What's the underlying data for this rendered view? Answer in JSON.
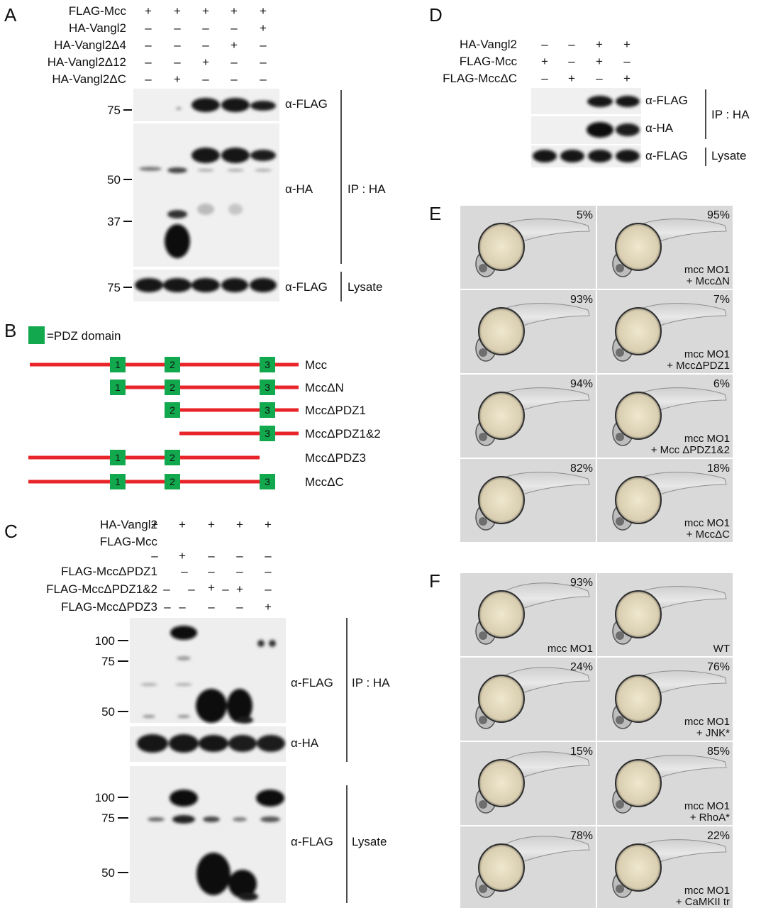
{
  "panel_letters": {
    "A": "A",
    "B": "B",
    "C": "C",
    "D": "D",
    "E": "E",
    "F": "F"
  },
  "panelA": {
    "rows": [
      {
        "label": "FLAG-Mcc",
        "signs": [
          "+",
          "+",
          "+",
          "+",
          "+"
        ]
      },
      {
        "label": "HA-Vangl2",
        "signs": [
          "–",
          "–",
          "–",
          "–",
          "+"
        ]
      },
      {
        "label": "HA-Vangl2Δ4",
        "signs": [
          "–",
          "–",
          "–",
          "+",
          "–"
        ]
      },
      {
        "label": "HA-Vangl2Δ12",
        "signs": [
          "–",
          "–",
          "+",
          "–",
          "–"
        ]
      },
      {
        "label": "HA-Vangl2ΔC",
        "signs": [
          "–",
          "+",
          "–",
          "–",
          "–"
        ]
      }
    ],
    "blots": [
      {
        "antibody": "α-FLAG"
      },
      {
        "antibody": "α-HA"
      },
      {
        "antibody": "α-FLAG"
      }
    ],
    "mw": [
      "75",
      "50",
      "37",
      "75"
    ],
    "groups": [
      "IP : HA",
      "Lysate"
    ]
  },
  "panelB": {
    "legend": "=PDZ domain",
    "constructs": [
      {
        "name": "Mcc",
        "domains": [
          "1",
          "2",
          "3"
        ]
      },
      {
        "name": "MccΔN",
        "domains": [
          "1",
          "2",
          "3"
        ]
      },
      {
        "name": "MccΔPDZ1",
        "domains": [
          "2",
          "3"
        ]
      },
      {
        "name": "MccΔPDZ1&2",
        "domains": [
          "3"
        ]
      },
      {
        "name": "MccΔPDZ3",
        "domains": [
          "1",
          "2"
        ]
      },
      {
        "name": "MccΔC",
        "domains": [
          "1",
          "2",
          "3"
        ]
      }
    ]
  },
  "panelC": {
    "rows": [
      {
        "label": "HA-Vangl2",
        "signs": [
          "+",
          "+",
          "+",
          "+",
          "+"
        ]
      },
      {
        "label": "FLAG-Mcc",
        "signs": [
          "–",
          "+",
          "–",
          "–",
          "–"
        ]
      },
      {
        "label": "FLAG-MccΔPDZ1",
        "signs": [
          "–",
          "–",
          "+",
          "–",
          "–"
        ]
      },
      {
        "label": "FLAG-MccΔPDZ1&2",
        "signs": [
          "–",
          "–",
          "–",
          "+",
          "–"
        ]
      },
      {
        "label": "FLAG-MccΔPDZ3",
        "signs": [
          "–",
          "–",
          "–",
          "–",
          "+"
        ]
      }
    ],
    "blots": [
      {
        "antibody": "α-FLAG"
      },
      {
        "antibody": "α-HA"
      },
      {
        "antibody": "α-FLAG"
      }
    ],
    "mw_top": [
      "100",
      "75",
      "50"
    ],
    "mw_bottom": [
      "100",
      "75",
      "50"
    ],
    "groups": [
      "IP : HA",
      "Lysate"
    ]
  },
  "panelD": {
    "rows": [
      {
        "label": "HA-Vangl2",
        "signs": [
          "–",
          "–",
          "+",
          "+"
        ]
      },
      {
        "label": "FLAG-Mcc",
        "signs": [
          "+",
          "–",
          "+",
          "–"
        ]
      },
      {
        "label": "FLAG-MccΔC",
        "signs": [
          "–",
          "+",
          "–",
          "+"
        ]
      }
    ],
    "blots": [
      {
        "antibody": "α-FLAG"
      },
      {
        "antibody": "α-HA"
      },
      {
        "antibody": "α-FLAG"
      }
    ],
    "groups": [
      "IP : HA",
      "Lysate"
    ]
  },
  "panelE": {
    "cells": [
      {
        "pct": "5%",
        "line1": "",
        "line2": ""
      },
      {
        "pct": "95%",
        "line1": "mcc MO1",
        "line2": "+ MccΔN"
      },
      {
        "pct": "93%",
        "line1": "",
        "line2": ""
      },
      {
        "pct": "7%",
        "line1": "mcc MO1",
        "line2": "+ MccΔPDZ1"
      },
      {
        "pct": "94%",
        "line1": "",
        "line2": ""
      },
      {
        "pct": "6%",
        "line1": "mcc MO1",
        "line2": "+ Mcc ΔPDZ1&2"
      },
      {
        "pct": "82%",
        "line1": "",
        "line2": ""
      },
      {
        "pct": "18%",
        "line1": "mcc MO1",
        "line2": "+ MccΔC"
      }
    ]
  },
  "panelF": {
    "cells": [
      {
        "pct": "93%",
        "line1": "",
        "line2": "mcc MO1"
      },
      {
        "pct": "",
        "line1": "",
        "line2": "WT"
      },
      {
        "pct": "24%",
        "line1": "",
        "line2": ""
      },
      {
        "pct": "76%",
        "line1": "mcc MO1",
        "line2": "+ JNK*"
      },
      {
        "pct": "15%",
        "line1": "",
        "line2": ""
      },
      {
        "pct": "85%",
        "line1": "mcc MO1",
        "line2": "+ RhoA*"
      },
      {
        "pct": "78%",
        "line1": "",
        "line2": ""
      },
      {
        "pct": "22%",
        "line1": "mcc MO1",
        "line2": "+ CaMKII tr"
      }
    ]
  },
  "colors": {
    "domain": "#12a84e",
    "line": "#e8242a",
    "blot_bg": "#eeeeee",
    "band": "#141414",
    "embryo_bg": "#d9d9d9"
  }
}
